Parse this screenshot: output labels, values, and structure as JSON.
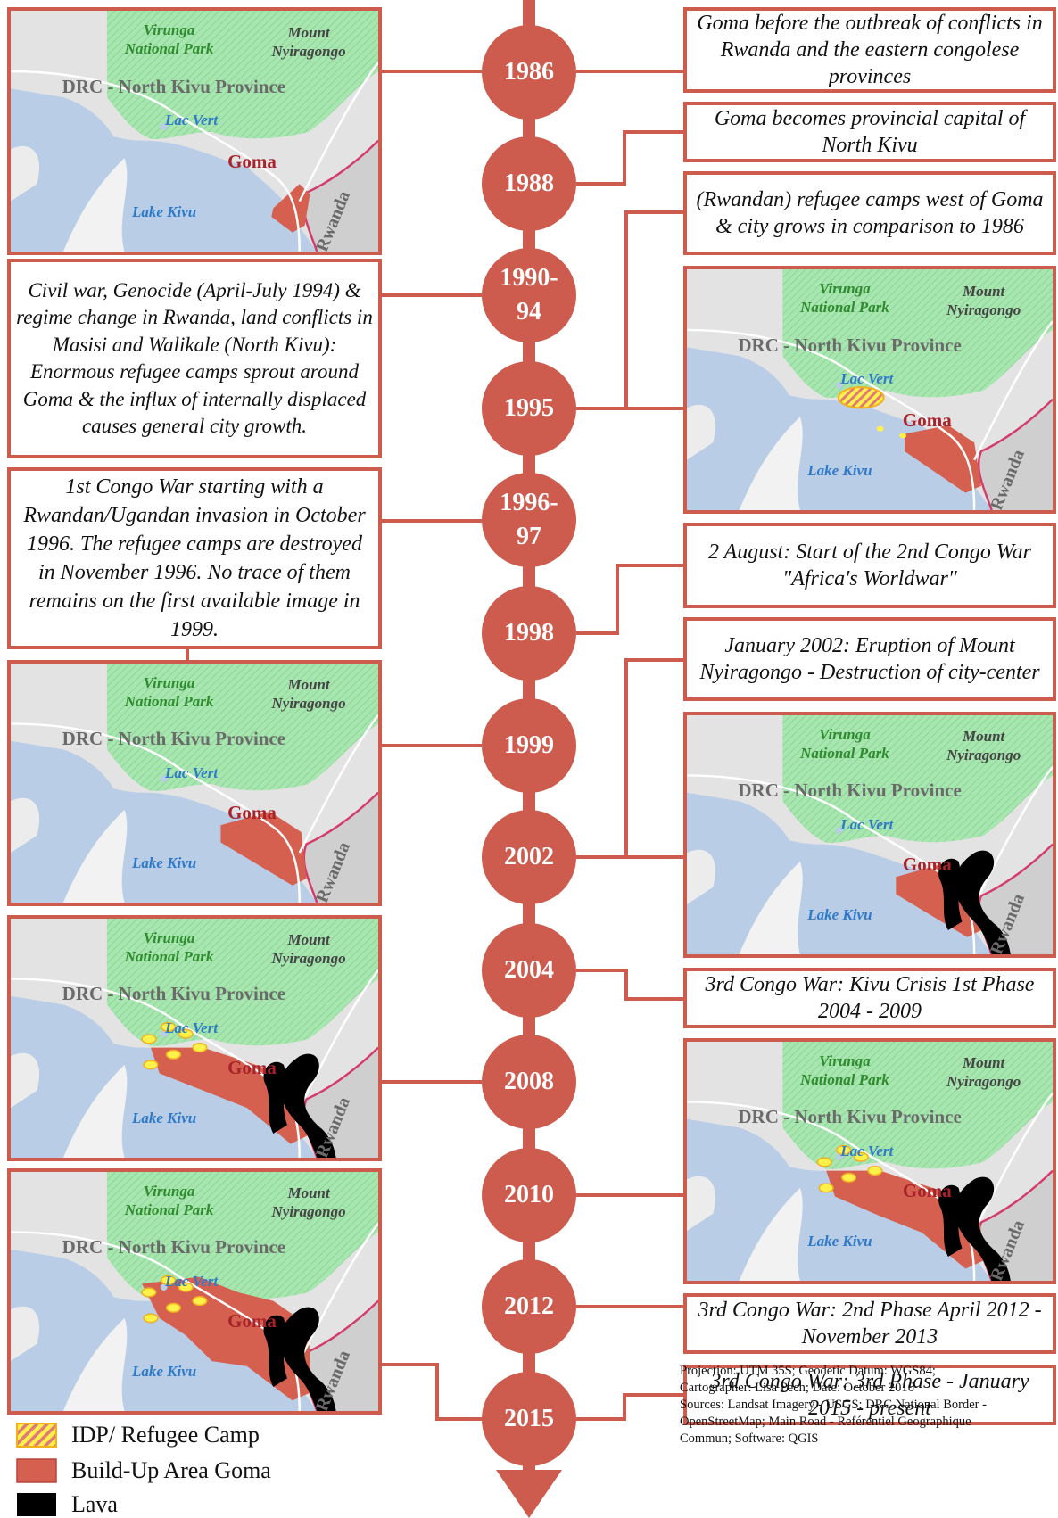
{
  "colors": {
    "accent": "#cd5c4e",
    "built_up": "#d6604f",
    "lava": "#000000",
    "camp_fill": "#fff04a",
    "camp_stroke": "#f2b01e",
    "park": "#a8e6b0",
    "lake": "#b9cde6",
    "land": "#e3e3e3",
    "road": "#ffffff",
    "border": "#d43a6a"
  },
  "timeline": [
    {
      "label": "1986"
    },
    {
      "label": "1988"
    },
    {
      "label": "1990-94",
      "lines": [
        "1990-",
        "94"
      ]
    },
    {
      "label": "1995"
    },
    {
      "label": "1996-97",
      "lines": [
        "1996-",
        "97"
      ]
    },
    {
      "label": "1998"
    },
    {
      "label": "1999"
    },
    {
      "label": "2002"
    },
    {
      "label": "2004"
    },
    {
      "label": "2008"
    },
    {
      "label": "2010"
    },
    {
      "label": "2012"
    },
    {
      "label": "2015"
    }
  ],
  "events": [
    {
      "year": "1986",
      "text": "Goma before the outbreak of conflicts in Rwanda and the eastern congolese provinces"
    },
    {
      "year": "1988",
      "text": "Goma becomes provincial capital of North Kivu"
    },
    {
      "year": "1990-94",
      "text": "Civil war, Genocide (April-July 1994) & regime change in Rwanda, land conflicts in Masisi and Walikale (North Kivu): Enormous refugee camps sprout around Goma & the influx of internally displaced causes general city growth."
    },
    {
      "year": "1995",
      "text": "(Rwandan) refugee camps west of Goma & city grows in comparison to 1986"
    },
    {
      "year": "1996-97",
      "text": "1st Congo War starting with a Rwandan/Ugandan invasion in October 1996. The refugee camps are destroyed in November 1996. No trace of them remains on the first available image in 1999."
    },
    {
      "year": "1998",
      "text": "2 August: Start of the 2nd Congo War \"Africa's Worldwar\""
    },
    {
      "year": "2002",
      "text": "January 2002: Eruption of Mount Nyiragongo - Destruction of city-center"
    },
    {
      "year": "2004",
      "text": "3rd Congo War: Kivu Crisis 1st Phase 2004 - 2009"
    },
    {
      "year": "2012",
      "text": "3rd Congo War: 2nd Phase April 2012 - November 2013"
    },
    {
      "year": "2015",
      "text": "3rd Congo War: 3rd Phase - January 2015 - present"
    }
  ],
  "map_labels": {
    "park_line1": "Virunga",
    "park_line2": "National Park",
    "mount_line1": "Mount",
    "mount_line2": "Nyiragongo",
    "province": "DRC - North Kivu Province",
    "lac_vert": "Lac Vert",
    "goma": "Goma",
    "lake_kivu": "Lake Kivu",
    "rwanda": "Rwanda"
  },
  "maps": [
    {
      "year": "1986",
      "stage": "1986"
    },
    {
      "year": "1995",
      "stage": "1995"
    },
    {
      "year": "1999",
      "stage": "1999"
    },
    {
      "year": "2002",
      "stage": "2002"
    },
    {
      "year": "2008",
      "stage": "2008"
    },
    {
      "year": "2010",
      "stage": "2010"
    },
    {
      "year": "2015",
      "stage": "2015"
    }
  ],
  "legend": [
    {
      "key": "camp",
      "label": "IDP/ Refugee Camp"
    },
    {
      "key": "built_up",
      "label": "Build-Up Area Goma"
    },
    {
      "key": "lava",
      "label": "Lava"
    }
  ],
  "credits": [
    "Projection: UTM 35S; Geodetic Datum: WGS84;",
    "Cartographer: Lisa Pech; Date: October 2016",
    "Sources: Landsat Imagery - USGS; DRC National Border -",
    "OpenStreetMap; Main Road - Reférentiel Geographique",
    "Commun; Software: QGIS"
  ]
}
